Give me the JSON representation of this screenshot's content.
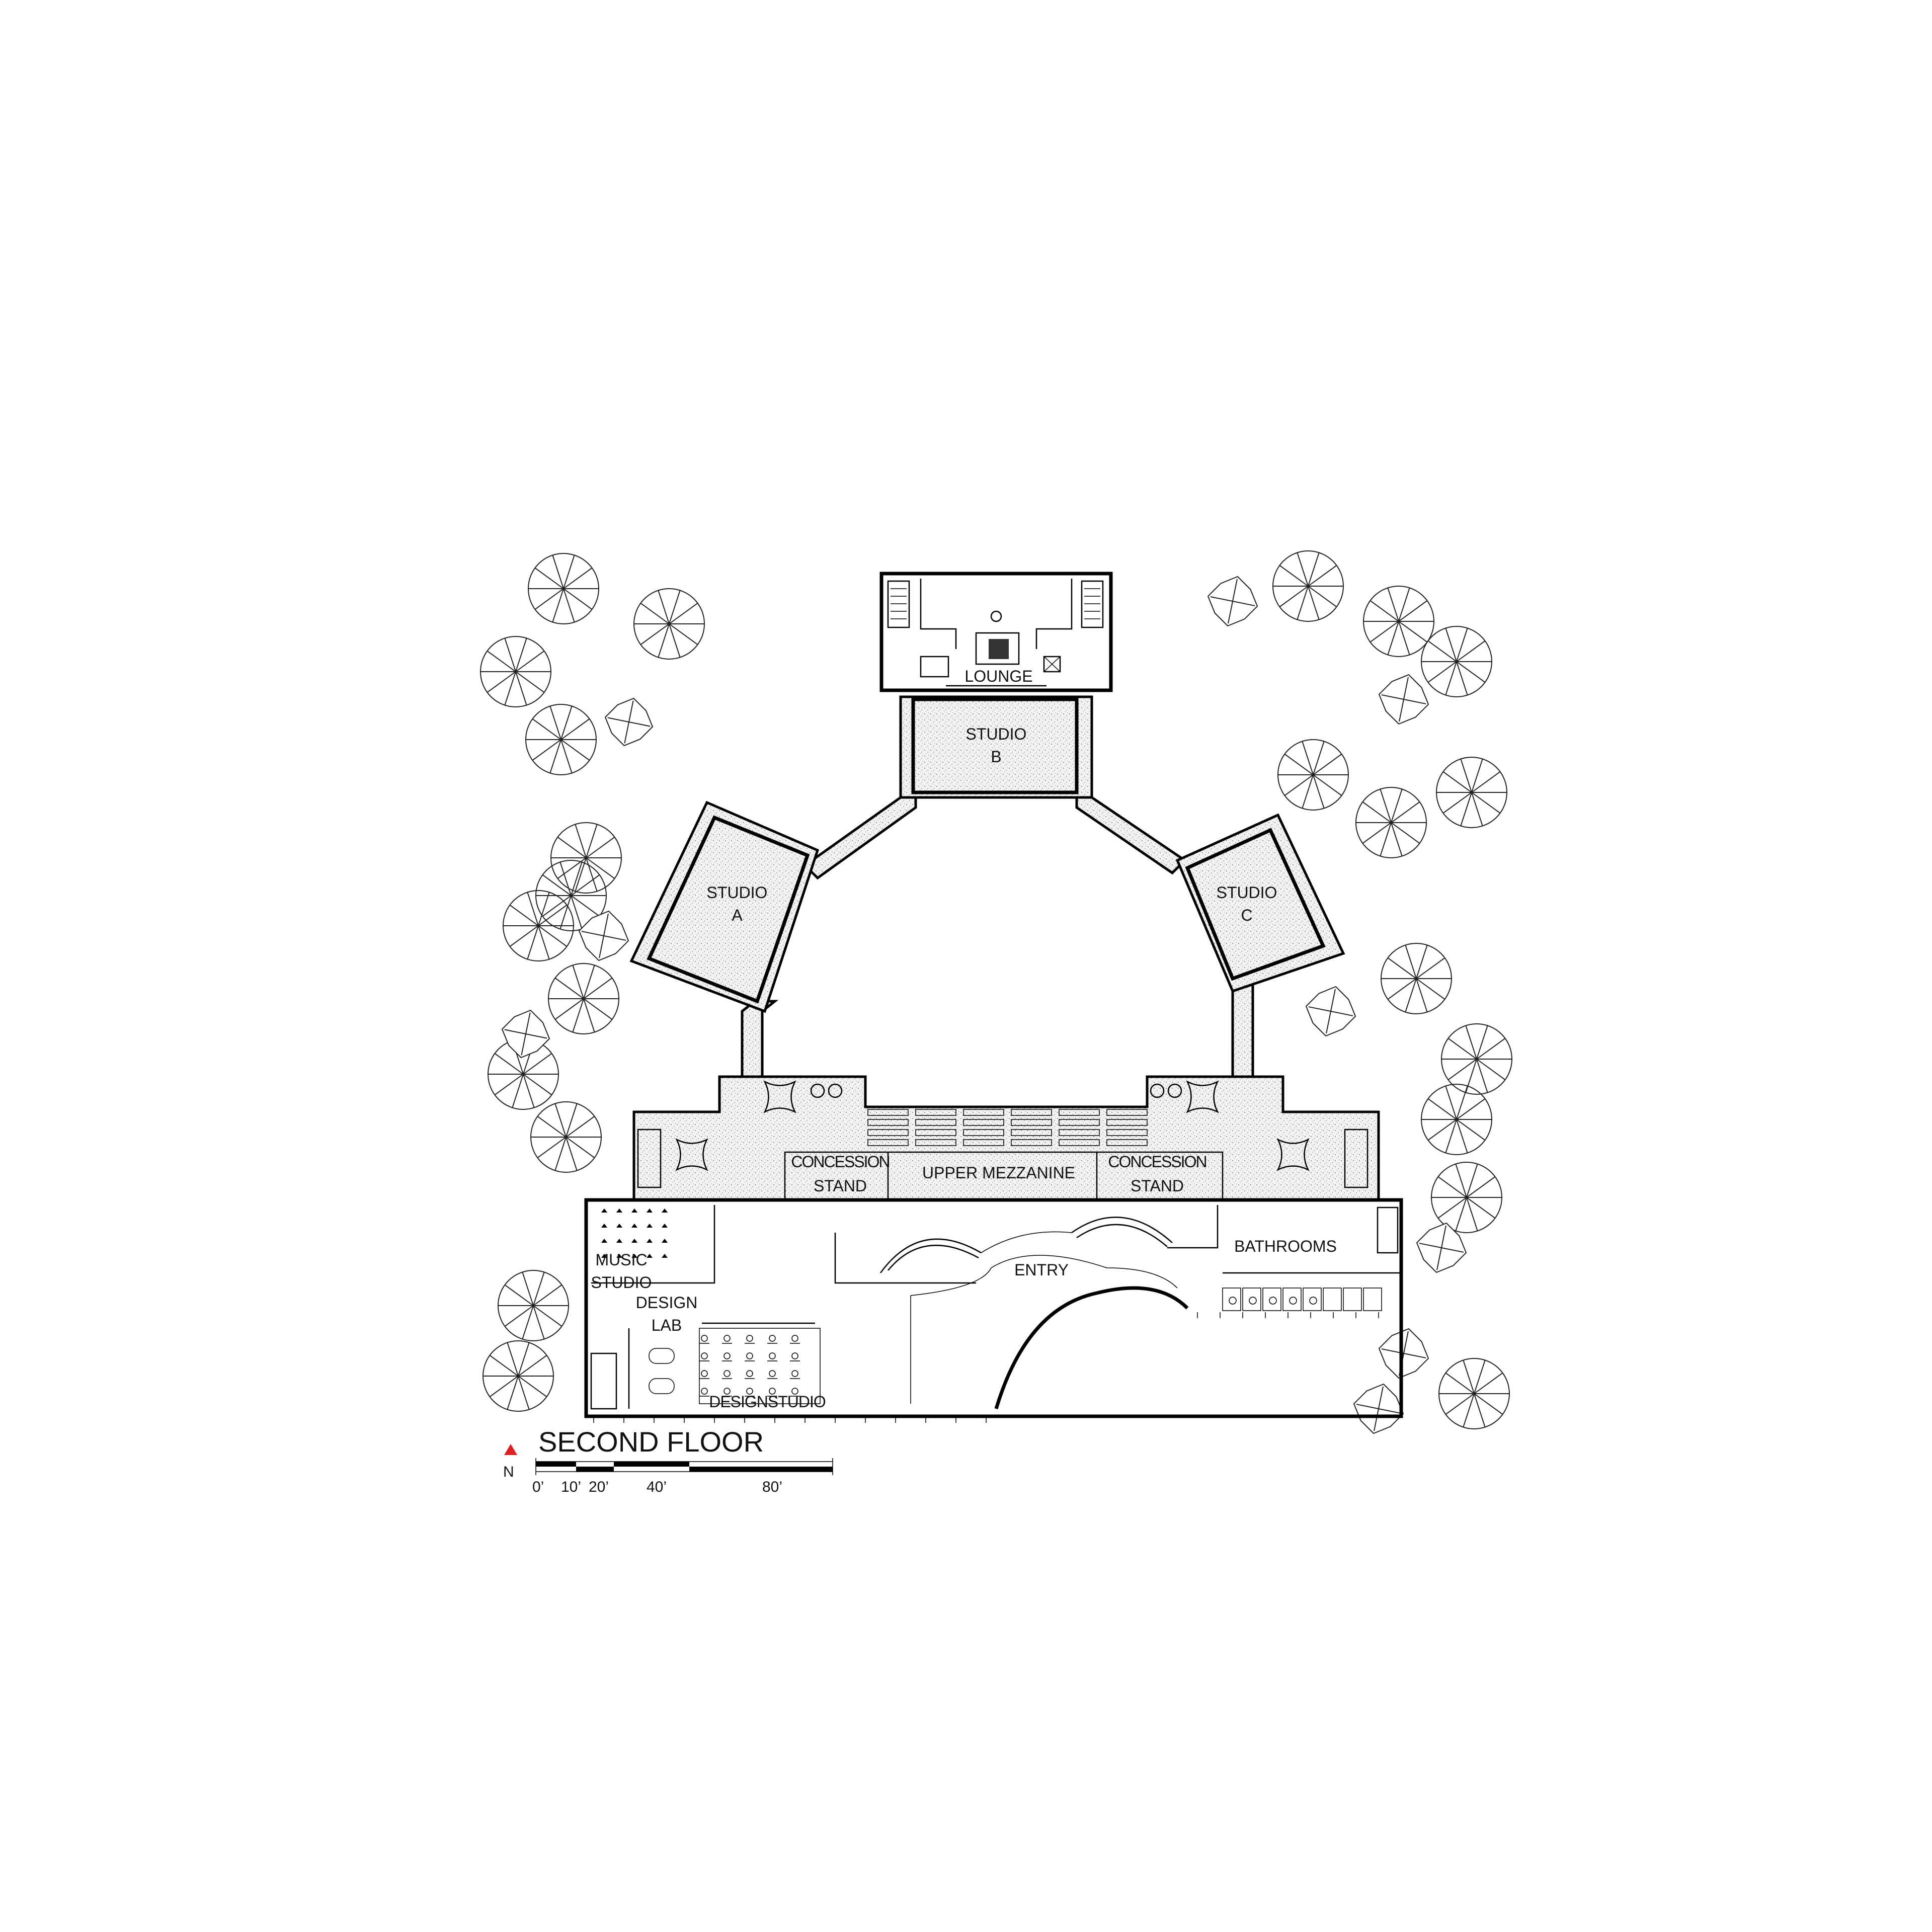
{
  "plan": {
    "title": "SECOND FLOOR",
    "rooms": {
      "lounge": "LOUNGE",
      "studio_b_line1": "STUDIO",
      "studio_b_line2": "B",
      "studio_a_line1": "STUDIO",
      "studio_a_line2": "A",
      "studio_c_line1": "STUDIO",
      "studio_c_line2": "C",
      "concession_left_line1": "CONCESSION",
      "concession_left_line2": "STAND",
      "upper_mezzanine": "UPPER MEZZANINE",
      "concession_right_line1": "CONCESSION",
      "concession_right_line2": "STAND",
      "music_studio_line1": "MUSIC",
      "music_studio_line2": "STUDIO",
      "design_lab_line1": "DESIGN",
      "design_lab_line2": "LAB",
      "design_studio": "DESIGNSTUDIO",
      "entry": "ENTRY",
      "bathrooms": "BATHROOMS"
    },
    "north_arrow": {
      "label": "N",
      "color": "#e02020"
    },
    "scale_bar": {
      "ticks": [
        "0’",
        "10’",
        "20’",
        "40’",
        "80’"
      ]
    }
  }
}
